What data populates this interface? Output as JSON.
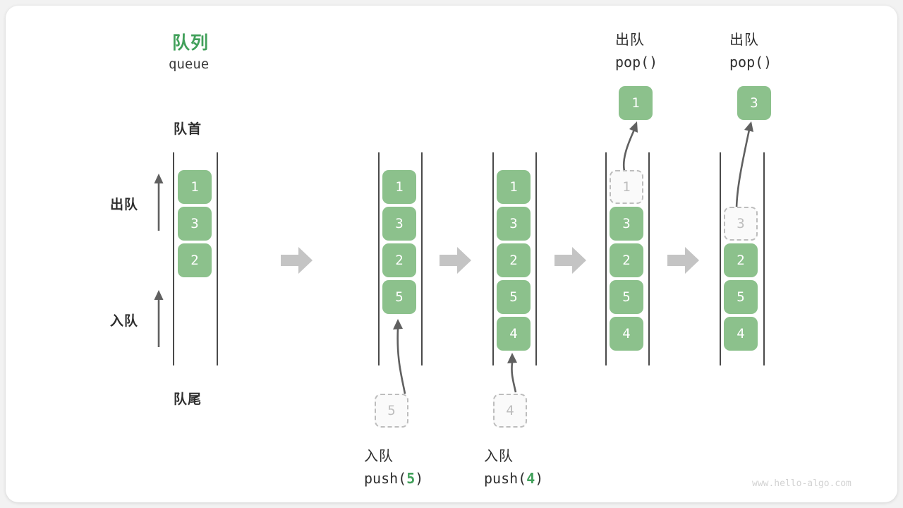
{
  "figure": {
    "title_cn": "队列",
    "title_en": "queue",
    "watermark": "www.hello-algo.com"
  },
  "labels": {
    "front": "队首",
    "rear": "队尾",
    "dequeue": "出队",
    "enqueue": "入队"
  },
  "icons": {
    "separator": "right-block-arrow-icon",
    "flow": "curved-arrow-icon",
    "direction": "up-arrow-icon"
  },
  "colors": {
    "box_green": "#8cc18c",
    "title_green": "#41a05a",
    "ghost_border": "#bdbdbd",
    "ghost_fill": "#fafafa",
    "rail": "#4a4a4a",
    "separator_gray": "#c4c4c4",
    "text_dark": "#2e2e2e",
    "watermark_gray": "#d2d2d2"
  },
  "stages": [
    {
      "id": "initial",
      "caption_cn": "",
      "caption_code": "",
      "items": [
        {
          "value": "1",
          "state": "filled"
        },
        {
          "value": "3",
          "state": "filled"
        },
        {
          "value": "2",
          "state": "filled"
        }
      ]
    },
    {
      "id": "push-5",
      "caption_cn": "入队",
      "caption_code_prefix": "push(",
      "caption_code_arg": "5",
      "caption_code_suffix": ")",
      "incoming": "5",
      "items": [
        {
          "value": "1",
          "state": "filled"
        },
        {
          "value": "3",
          "state": "filled"
        },
        {
          "value": "2",
          "state": "filled"
        },
        {
          "value": "5",
          "state": "filled"
        }
      ]
    },
    {
      "id": "push-4",
      "caption_cn": "入队",
      "caption_code_prefix": "push(",
      "caption_code_arg": "4",
      "caption_code_suffix": ")",
      "incoming": "4",
      "items": [
        {
          "value": "1",
          "state": "filled"
        },
        {
          "value": "3",
          "state": "filled"
        },
        {
          "value": "2",
          "state": "filled"
        },
        {
          "value": "5",
          "state": "filled"
        },
        {
          "value": "4",
          "state": "filled"
        }
      ]
    },
    {
      "id": "pop-1",
      "caption_cn": "出队",
      "caption_code": "pop()",
      "popped": "1",
      "items": [
        {
          "value": "1",
          "state": "ghost"
        },
        {
          "value": "3",
          "state": "filled"
        },
        {
          "value": "2",
          "state": "filled"
        },
        {
          "value": "5",
          "state": "filled"
        },
        {
          "value": "4",
          "state": "filled"
        }
      ]
    },
    {
      "id": "pop-3",
      "caption_cn": "出队",
      "caption_code": "pop()",
      "popped": "3",
      "items": [
        {
          "value": "3",
          "state": "ghost"
        },
        {
          "value": "2",
          "state": "filled"
        },
        {
          "value": "5",
          "state": "filled"
        },
        {
          "value": "4",
          "state": "filled"
        }
      ]
    }
  ]
}
